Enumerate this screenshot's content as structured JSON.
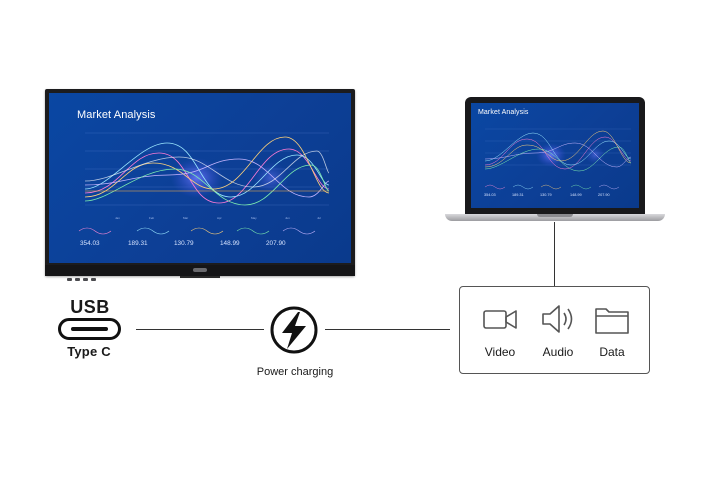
{
  "display": {
    "screen_title": "Market Analysis",
    "stats": [
      "354.03",
      "189.31",
      "130.79",
      "148.99",
      "207.90"
    ]
  },
  "laptop": {
    "screen_title": "Market Analysis",
    "stats": [
      "354.03",
      "189.31",
      "130.79",
      "148.99",
      "207.90"
    ]
  },
  "usb": {
    "label": "USB",
    "type_label": "Type C",
    "icon": "usb-c-port-icon"
  },
  "power": {
    "label": "Power charging",
    "icon": "lightning-bolt-icon"
  },
  "features": [
    {
      "label": "Video",
      "icon": "video-camera-icon"
    },
    {
      "label": "Audio",
      "icon": "speaker-icon"
    },
    {
      "label": "Data",
      "icon": "folder-icon"
    }
  ],
  "colors": {
    "screen_blue": "#0c43a0",
    "line": "#333333",
    "text": "#1a1a1a"
  }
}
